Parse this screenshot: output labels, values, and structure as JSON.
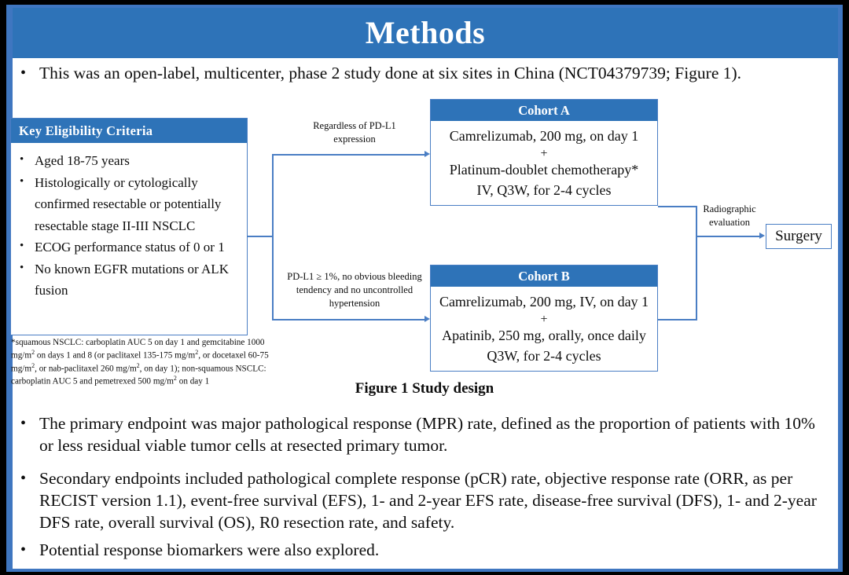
{
  "slide": {
    "title": "Methods",
    "accent_blue": "#2e73b8",
    "line_blue": "#4a7ec4",
    "frame_blue": "#3f76c0"
  },
  "intro_bullet": {
    "marker": "•",
    "text": "This was an open-label, multicenter, phase 2 study done at six sites in China (NCT04379739; Figure 1)."
  },
  "figure": {
    "caption": "Figure 1 Study design",
    "eligibility": {
      "header": "Key  Eligibility Criteria",
      "marker": "•",
      "items": [
        "Aged 18-75 years",
        "Histologically or cytologically confirmed resectable or potentially resectable stage II-III  NSCLC",
        "ECOG performance status of 0 or 1",
        "No known EGFR mutations or ALK fusion"
      ]
    },
    "footnote_line1_a": "*squamous NSCLC: carboplatin AUC 5 on day 1 and gemcitabine 1000 mg/m",
    "footnote_line1_b": " on days 1 and 8 (or paclitaxel 135-175  mg/m",
    "footnote_line1_c": ", or docetaxel 60-75 mg/m",
    "footnote_line1_d": ", or nab-paclitaxel 260 mg/m",
    "footnote_line1_e": ", on day 1); non-squamous NSCLC: carboplatin AUC 5 and pemetrexed 500 mg/m",
    "footnote_line1_f": " on day 1",
    "footnote_sup": "2",
    "connector_top_label": "Regardless  of PD-L1 expression",
    "connector_bottom_label": "PD-L1 ≥ 1%, no obvious bleeding tendency  and no uncontrolled  hypertension",
    "radiographic_label": "Radiographic evaluation",
    "cohort_a": {
      "header": "Cohort A",
      "line1": "Camrelizumab, 200 mg, on day 1",
      "plus": "+",
      "line2": "Platinum-doublet chemotherapy*",
      "line3": "IV, Q3W, for 2-4 cycles"
    },
    "cohort_b": {
      "header": "Cohort B",
      "line1": "Camrelizumab, 200 mg, IV, on day 1",
      "plus": "+",
      "line2": "Apatinib, 250 mg, orally, once daily",
      "line3": "Q3W, for 2-4 cycles"
    },
    "surgery": "Surgery"
  },
  "body_bullets": [
    {
      "marker": "•",
      "text": "The primary endpoint was major pathological response (MPR) rate, defined as the proportion of patients with 10% or less residual viable tumor cells at resected primary tumor."
    },
    {
      "marker": "•",
      "text": "Secondary endpoints included pathological complete response (pCR) rate, objective response rate (ORR, as per RECIST version 1.1), event-free survival (EFS), 1- and 2-year EFS rate, disease-free survival (DFS), 1- and 2-year DFS rate, overall survival (OS), R0 resection rate, and safety."
    },
    {
      "marker": "•",
      "text": "Potential response biomarkers were also explored."
    }
  ]
}
